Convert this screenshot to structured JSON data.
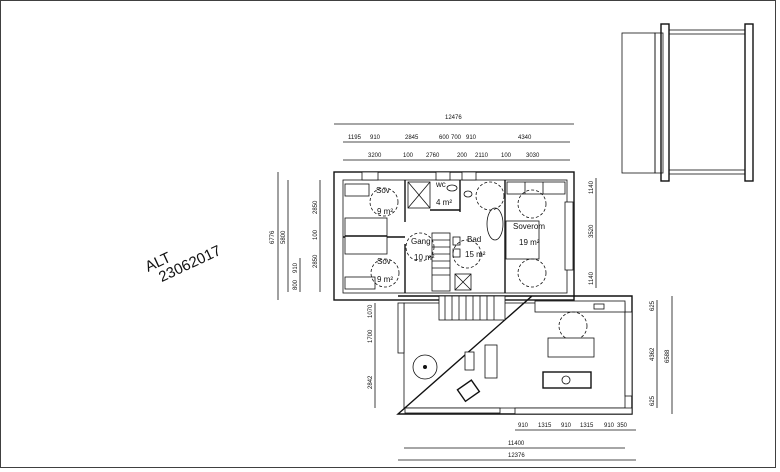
{
  "title": "ALT 23062017",
  "title_lines": [
    "ALT",
    "23062017"
  ],
  "rooms": [
    {
      "name": "Sov",
      "area": "9 m²"
    },
    {
      "name": "wc",
      "area": "4 m²"
    },
    {
      "name": "Gang",
      "area": "10 m²"
    },
    {
      "name": "Bad",
      "area": "15 m²"
    },
    {
      "name": "Soverom",
      "area": "19 m²"
    },
    {
      "name": "Sov",
      "area": "9 m²"
    }
  ],
  "dimensions": {
    "top_total": "12476",
    "top_row1": [
      "1195",
      "910",
      "2845",
      "600",
      "700",
      "910",
      "4340"
    ],
    "top_row2": [
      "3200",
      "100",
      "2760",
      "200",
      "2110",
      "100",
      "3030"
    ],
    "left_outer": "6776",
    "left_inner": "5800",
    "left_segments": [
      "2850",
      "100",
      "2850"
    ],
    "left_small": [
      "910",
      "800"
    ],
    "right_upper": [
      "1140",
      "3520",
      "1140"
    ],
    "lower_left": [
      "1070",
      "1700",
      "2842"
    ],
    "lower_right": [
      "625",
      "4362",
      "625"
    ],
    "lower_right_total": "6588",
    "bottom_segments": [
      "910",
      "1315",
      "910",
      "1315",
      "910",
      "350"
    ],
    "bottom_inner_total": "11400",
    "bottom_total": "12376"
  }
}
